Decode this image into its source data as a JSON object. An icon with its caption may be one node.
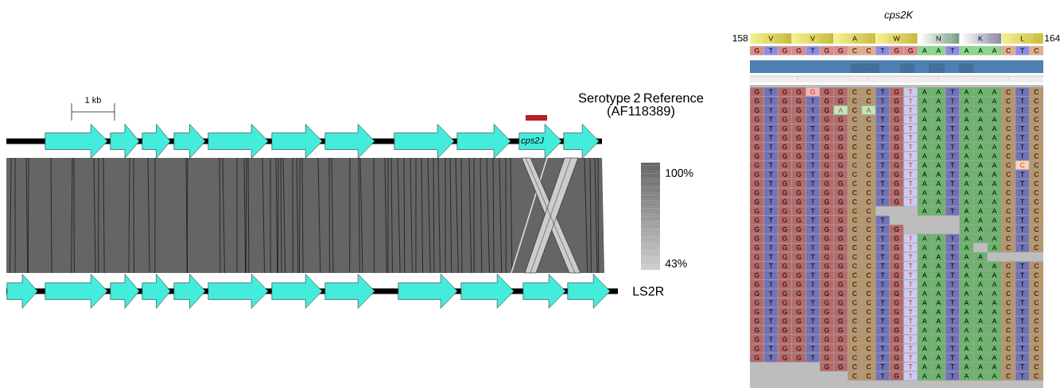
{
  "diagram": {
    "nodes": [
      {
        "text": [],
        "shape": "arrow"
      },
      {
        "text": [],
        "shape": "arrow"
      },
      {
        "text": [],
        "shape": "arrow"
      },
      {
        "text": [],
        "shape": "arrow"
      },
      {
        "text": [],
        "shape": "arrow"
      },
      {
        "text": [],
        "shape": "arrow"
      },
      {
        "text": [],
        "shape": "arrow"
      },
      {
        "text": [],
        "shape": "arrow"
      },
      {
        "text": [],
        "shape": "arrow"
      },
      {
        "text": [
          "cps2J"
        ]
      },
      {
        "text": [],
        "shape": "arrow"
      },
      {
        "text": [],
        "shape": "arrow"
      },
      {
        "text": [],
        "shape": "arrow"
      },
      {
        "text": [],
        "shape": "arrow"
      },
      {
        "text": [],
        "shape": "arrow"
      },
      {
        "text": [],
        "shape": "arrow"
      },
      {
        "text": [],
        "shape": "arrow"
      },
      {
        "text": [],
        "shape": "arrow"
      },
      {
        "text": [],
        "shape": "arrow"
      },
      {
        "text": [],
        "shape": "arrow"
      },
      {
        "text": [],
        "shape": "arrow"
      },
      {
        "text": [],
        "shape": "arrow"
      },
      {
        "text": [],
        "shape": "arrow"
      }
    ],
    "labels": [
      "1 kb",
      "Serotype 2 Reference (AF118389)",
      "100%",
      "43%",
      "LS2R",
      "cps2K",
      "158",
      "V",
      "V",
      "A",
      "W",
      "N",
      "K",
      "L",
      "164",
      "G",
      "T",
      "G",
      "G",
      "T",
      "G",
      "G",
      "C",
      "C",
      "T",
      "G",
      "G",
      "A",
      "A",
      "T",
      "A",
      "A",
      "A",
      "C",
      "T",
      "C",
      "G",
      "T",
      "G",
      "G",
      "G",
      "G",
      "G",
      "C",
      "C",
      "T",
      "G",
      "T",
      "A",
      "A",
      "T",
      "A",
      "A",
      "A",
      "C",
      "T",
      "C",
      "G",
      "T",
      "G",
      "G",
      "T",
      "G",
      "G",
      "C",
      "C",
      "T",
      "G",
      "T",
      "A",
      "A",
      "T",
      "A",
      "A",
      "A",
      "C",
      "T",
      "C",
      "G",
      "T",
      "G",
      "G",
      "T",
      "G",
      "A",
      "C",
      "A",
      "T",
      "G",
      "T",
      "A",
      "A",
      "T",
      "A",
      "A",
      "A",
      "C",
      "T",
      "C",
      "G",
      "T",
      "G",
      "G",
      "T",
      "G",
      "G",
      "C",
      "C",
      "T",
      "G",
      "T",
      "A",
      "A",
      "T",
      "A",
      "A",
      "A",
      "C",
      "T",
      "C",
      "G",
      "T",
      "G",
      "G",
      "T",
      "G",
      "G",
      "C",
      "C",
      "T",
      "G",
      "T",
      "A",
      "A",
      "T",
      "A",
      "A",
      "A",
      "C",
      "T",
      "C",
      "G",
      "T",
      "G",
      "G",
      "T",
      "G",
      "G",
      "C",
      "C",
      "T",
      "G",
      "T",
      "A",
      "A",
      "T",
      "A",
      "A",
      "A",
      "C",
      "T",
      "C",
      "G",
      "T",
      "G",
      "G",
      "T",
      "G",
      "G",
      "C",
      "C",
      "T",
      "G",
      "T",
      "A",
      "A",
      "T",
      "A",
      "A",
      "A",
      "C",
      "T",
      "C",
      "G",
      "T",
      "G",
      "G",
      "T",
      "G",
      "G",
      "C",
      "C",
      "T",
      "G",
      "T",
      "A",
      "A",
      "T",
      "A",
      "A",
      "A",
      "C",
      "T",
      "C",
      "G",
      "T",
      "G",
      "G",
      "T",
      "G",
      "G",
      "C",
      "C",
      "T",
      "G",
      "T",
      "A",
      "A",
      "T",
      "A",
      "A",
      "A",
      "C",
      "C",
      "C",
      "G",
      "T",
      "G",
      "G",
      "T",
      "G",
      "G",
      "C",
      "C",
      "T",
      "G",
      "T",
      "A",
      "A",
      "T",
      "A",
      "A",
      "A",
      "C",
      "T",
      "C",
      "G",
      "T",
      "G",
      "G",
      "T",
      "G",
      "G",
      "C",
      "C",
      "T",
      "G",
      "T",
      "A",
      "A",
      "T",
      "A",
      "A",
      "A",
      "C",
      "T",
      "C",
      "G",
      "T",
      "G",
      "G",
      "T",
      "G",
      "G",
      "C",
      "C",
      "T",
      "G",
      "T",
      "A",
      "A",
      "T",
      "A",
      "A",
      "A",
      "C",
      "T",
      "C",
      "G",
      "T",
      "G",
      "G",
      "T",
      "G",
      "G",
      "C",
      "C",
      "T",
      "G",
      "T",
      "A",
      "A",
      "T",
      "A",
      "A",
      "A",
      "C",
      "T",
      "C",
      "G",
      "T",
      "G",
      "G",
      "T",
      "G",
      "G",
      "C",
      "C",
      "A",
      "A",
      "T",
      "A",
      "A",
      "A",
      "C",
      "T",
      "C",
      "G",
      "T",
      "G",
      "G",
      "T",
      "G",
      "G",
      "C",
      "C",
      "T",
      "A",
      "A",
      "A",
      "C",
      "T",
      "C",
      "G",
      "T",
      "G",
      "G",
      "T",
      "G",
      "G",
      "C",
      "C",
      "T",
      "G",
      "A",
      "A",
      "A",
      "C",
      "T",
      "C",
      "G",
      "T",
      "G",
      "G",
      "T",
      "G",
      "G",
      "C",
      "C",
      "T",
      "G",
      "T",
      "A",
      "A",
      "T",
      "A",
      "A",
      "A",
      "C",
      "T",
      "C",
      "G",
      "T",
      "G",
      "G",
      "T",
      "G",
      "G",
      "C",
      "C",
      "T",
      "G",
      "T",
      "A",
      "A",
      "T",
      "A",
      "A",
      "C",
      "T",
      "C",
      "G",
      "T",
      "G",
      "G",
      "T",
      "G",
      "G",
      "C",
      "C",
      "T",
      "G",
      "T",
      "A",
      "A",
      "T",
      "A",
      "A",
      "G",
      "T",
      "G",
      "G",
      "T",
      "G",
      "G",
      "C",
      "C",
      "T",
      "G",
      "T",
      "A",
      "A",
      "T",
      "A",
      "A",
      "A",
      "C",
      "T",
      "C",
      "G",
      "T",
      "G",
      "G",
      "T",
      "G",
      "G",
      "C",
      "C",
      "T",
      "G",
      "T",
      "A",
      "A",
      "T",
      "A",
      "A",
      "A",
      "C",
      "T",
      "C",
      "G",
      "T",
      "G",
      "G",
      "T",
      "G",
      "G",
      "C",
      "C",
      "T",
      "G",
      "T",
      "A",
      "A",
      "T",
      "A",
      "A",
      "A",
      "C",
      "T",
      "C",
      "G",
      "T",
      "G",
      "G",
      "T",
      "G",
      "G",
      "C",
      "C",
      "T",
      "G",
      "T",
      "A",
      "A",
      "T",
      "A",
      "A",
      "A",
      "C",
      "T",
      "C",
      "G",
      "T",
      "G",
      "G",
      "T",
      "G",
      "G",
      "C",
      "C",
      "T",
      "G",
      "T",
      "A",
      "A",
      "T",
      "A",
      "A",
      "A",
      "C",
      "T",
      "C",
      "G",
      "T",
      "G",
      "G",
      "T",
      "G",
      "G",
      "C",
      "C",
      "T",
      "G",
      "T",
      "A",
      "A",
      "T",
      "A",
      "A",
      "A",
      "C",
      "T",
      "C",
      "G",
      "T",
      "G",
      "G",
      "T",
      "G",
      "G",
      "C",
      "C",
      "T",
      "G",
      "T",
      "A",
      "A",
      "T",
      "A",
      "A",
      "A",
      "C",
      "T",
      "C",
      "G",
      "T",
      "G",
      "G",
      "T",
      "G",
      "G",
      "C",
      "C",
      "T",
      "G",
      "T",
      "A",
      "A",
      "T",
      "A",
      "A",
      "A",
      "C",
      "T",
      "C",
      "G",
      "T",
      "G",
      "G",
      "T",
      "G",
      "G",
      "C",
      "C",
      "T",
      "G",
      "T",
      "A",
      "A",
      "T",
      "A",
      "A",
      "A",
      "C",
      "T",
      "C",
      "G",
      "T",
      "G",
      "G",
      "T",
      "G",
      "G",
      "C",
      "C",
      "T",
      "G",
      "T",
      "A",
      "A",
      "T",
      "A",
      "A",
      "A",
      "C",
      "T",
      "C",
      "G",
      "T",
      "G",
      "G",
      "T",
      "G",
      "G",
      "C",
      "C",
      "T",
      "G",
      "T",
      "A",
      "A",
      "T",
      "A",
      "A",
      "A",
      "C",
      "T",
      "C",
      "G",
      "G",
      "C",
      "C",
      "T",
      "G",
      "T",
      "A",
      "A",
      "T",
      "A",
      "A",
      "A",
      "C",
      "T",
      "C",
      "C",
      "C",
      "T",
      "G",
      "T",
      "A",
      "A",
      "T",
      "A",
      "A",
      "A",
      "C",
      "T",
      "C"
    ]
  }
}
